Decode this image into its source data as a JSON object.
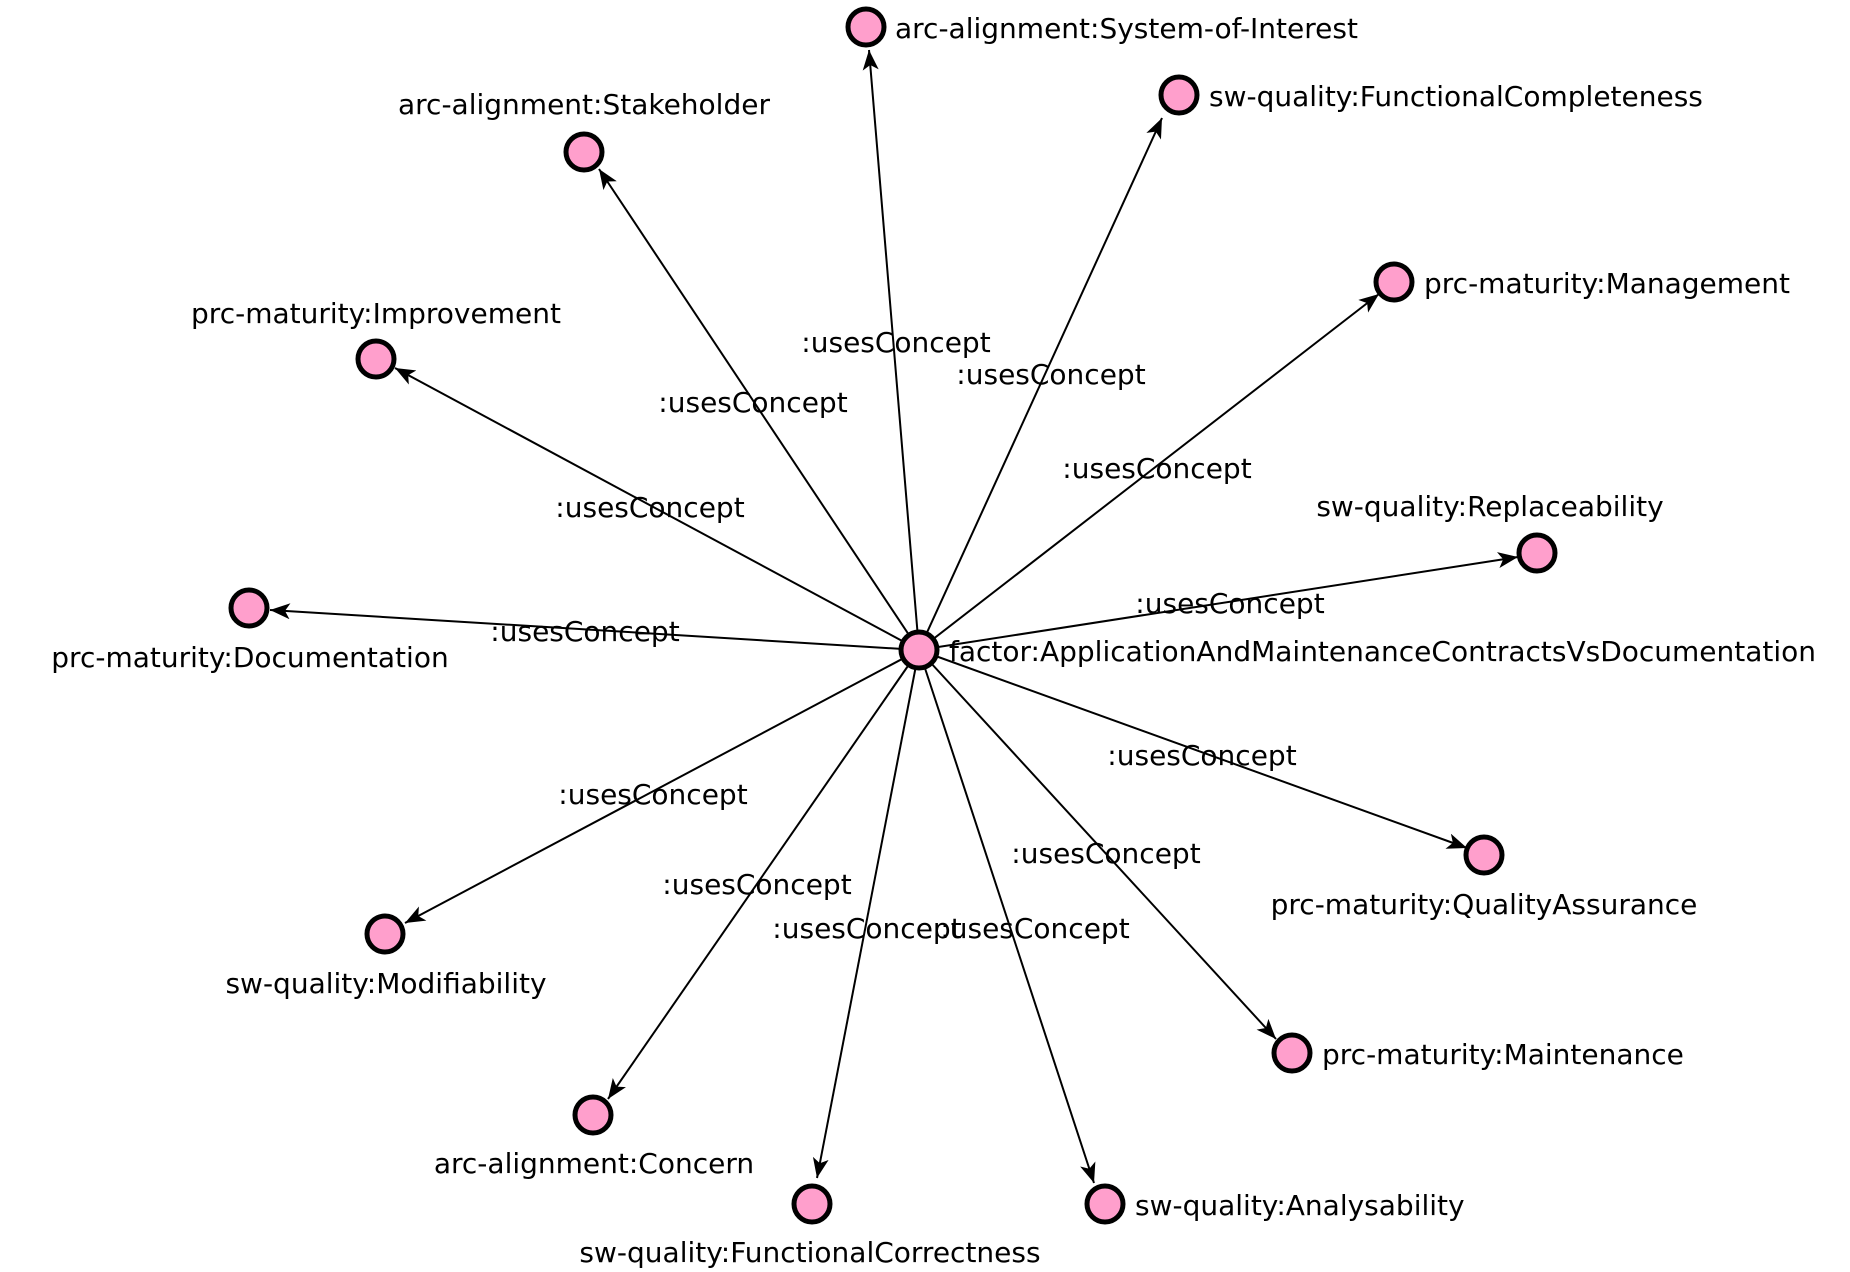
{
  "graph": {
    "center": {
      "label": "factor:ApplicationAndMaintenanceContractsVsDocumentation"
    },
    "edge_label": ":usesConcept",
    "node_fill": "#ff9fcc",
    "node_stroke": "#000000",
    "nodes": [
      {
        "label": "arc-alignment:System-of-Interest"
      },
      {
        "label": "sw-quality:FunctionalCompleteness"
      },
      {
        "label": "arc-alignment:Stakeholder"
      },
      {
        "label": "prc-maturity:Management"
      },
      {
        "label": "prc-maturity:Improvement"
      },
      {
        "label": "sw-quality:Replaceability"
      },
      {
        "label": "prc-maturity:Documentation"
      },
      {
        "label": "prc-maturity:QualityAssurance"
      },
      {
        "label": "sw-quality:Modifiability"
      },
      {
        "label": "prc-maturity:Maintenance"
      },
      {
        "label": "arc-alignment:Concern"
      },
      {
        "label": "sw-quality:FunctionalCorrectness"
      },
      {
        "label": "sw-quality:Analysability"
      }
    ]
  }
}
